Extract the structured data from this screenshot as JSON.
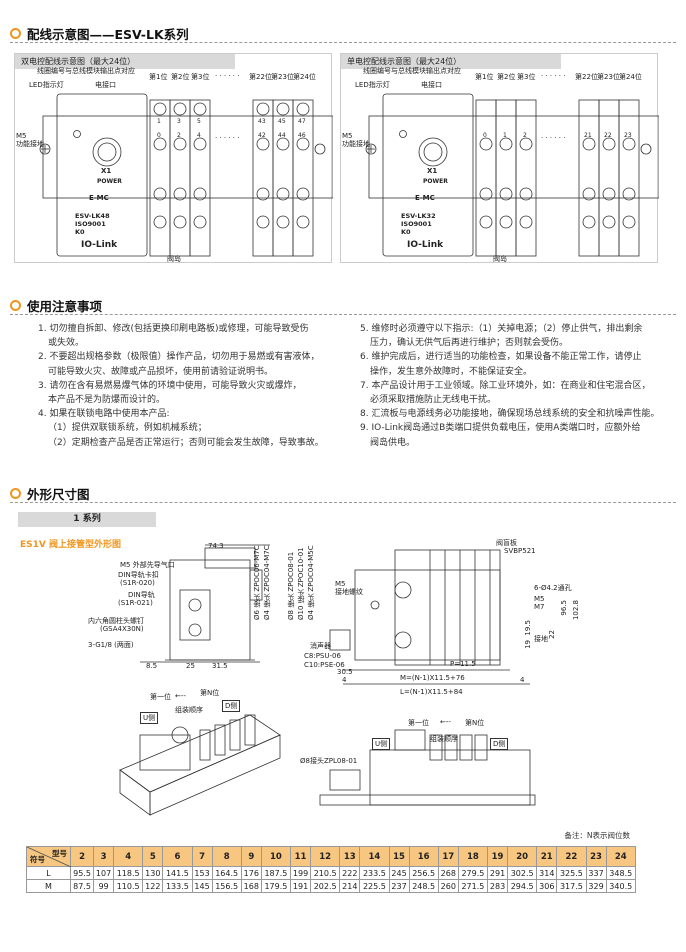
{
  "sections": {
    "wiring_title": "配线示意图——ESV-LK系列",
    "notes_title": "使用注意事项",
    "dim_title": "外形尺寸图"
  },
  "wiring": {
    "double": {
      "tag": "双电控配线示意图（最大24位）",
      "top_labels": [
        "第1位",
        "第2位",
        "第3位",
        "第22位",
        "第23位",
        "第24位"
      ],
      "top_nums": [
        "1",
        "3",
        "5",
        "43",
        "45",
        "47"
      ],
      "bot_nums": [
        "0",
        "2",
        "4",
        "42",
        "44",
        "46"
      ],
      "wire_label": "线圈编号与总线模块输出点对应",
      "led_label": "LED指示灯",
      "connector_label": "电接口",
      "m5_label": "M5\n功能接地",
      "x1": "X1",
      "power": "POWER",
      "model": "ESV-LK48",
      "cert": "ISO9001",
      "k": "K0",
      "iolink": "IO-Link",
      "island": "阀岛",
      "brand": "E-MC"
    },
    "single": {
      "tag": "单电控配线示意图（最大24位）",
      "top_labels": [
        "第1位",
        "第2位",
        "第3位",
        "第22位",
        "第23位",
        "第24位"
      ],
      "bot_nums": [
        "0",
        "1",
        "2",
        "21",
        "22",
        "23"
      ],
      "wire_label": "线圈编号与总线模块输出点对应",
      "led_label": "LED指示灯",
      "connector_label": "电接口",
      "m5_label": "M5\n功能接地",
      "x1": "X1",
      "power": "POWER",
      "model": "ESV-LK32",
      "cert": "ISO9001",
      "k": "K0",
      "iolink": "IO-Link",
      "island": "阀岛",
      "brand": "E-MC"
    },
    "dots": "· · · · · ·"
  },
  "notes_left": [
    "1. 切勿擅自拆卸、修改(包括更换印刷电路板)或修理，可能导致受伤",
    "或失效。",
    "2. 不要超出规格参数（极限值）操作产品，切勿用于易燃或有害液体，",
    "可能导致火灾、故障或产品损坏，使用前请验证说明书。",
    "3. 请勿在含有易燃易爆气体的环境中使用，可能导致火灾或爆炸，",
    "本产品不是为防爆而设计的。",
    "4. 如果在联锁电路中使用本产品:",
    "（1）提供双联锁系统，例如机械系统；",
    "（2）定期检查产品是否正常运行；否则可能会发生故障，导致事故。"
  ],
  "notes_right": [
    "5. 维修时必须遵守以下指示:（1）关掉电源；（2）停止供气，排出剩余",
    "压力，确认无供气后再进行维护；否则就会受伤。",
    "6. 维护完成后，进行适当的功能检查，如果设备不能正常工作，请停止",
    "操作，发生意外故障时，不能保证安全。",
    "7. 本产品设计用于工业领域。除工业环境外，如：在商业和住宅混合区，",
    "必须采取措施防止无线电干扰。",
    "8. 汇流板与电源线务必功能接地，确保现场总线系统的安全和抗噪声性能。",
    "9. IO-Link阀岛通过B类端口提供负载电压，使用A类端口时，应额外给",
    "阀岛供电。"
  ],
  "dims": {
    "series": "1 系列",
    "subtitle": "ES1V 阀上接管型外形图",
    "left_labels": [
      "M5 外部先导气口",
      "DIN导轨卡扣",
      "(S1R-020)",
      "DIN导轨",
      "(S1R-021)",
      "内六角圆柱头螺钉",
      "(GSA4X30N)",
      "3-G1/8 (两面)"
    ],
    "dim_743": "74.3",
    "dim_85": "8.5",
    "dim_25": "25",
    "dim_315": "31.5",
    "vertical_labels": [
      "Ø6 接头 ZPOC06-M7C",
      "Ø4 接头 ZPOC04-M7C",
      "Ø8 接头 ZPOC08-01",
      "Ø10 接头 ZPOC10-01",
      "Ø4 接头 ZPOC04-M5C"
    ],
    "right_labels": {
      "plate": "阀盲板",
      "plate_model": "SVBP521",
      "holes": "6-Ø4.2通孔",
      "m5": "M5",
      "m7": "M7",
      "m5_ground": "M5\n接地螺纹",
      "ground": "接地",
      "muffler": "消声器",
      "c8": "C8:PSU-06",
      "c10": "C10:PSE-06",
      "d305": "30.5",
      "d4a": "4",
      "d4b": "4",
      "p": "P=11.5",
      "m_formula": "M=(N-1)X11.5+76",
      "l_formula": "L=(N-1)X11.5+84",
      "d195": "19.5",
      "d19": "19",
      "d22": "22",
      "d965": "96.5",
      "d1028": "102.8"
    },
    "iso_labels": {
      "first": "第一位",
      "nth": "第N位",
      "order": "组装顺序",
      "u": "U侧",
      "d": "D侧",
      "arrow": "←--"
    },
    "side_labels": {
      "first": "第一位",
      "nth": "第N位",
      "order": "组装顺序",
      "u": "U侧",
      "d": "D侧",
      "fitting": "Ø8接头ZPL08-01",
      "arrow": "←--"
    },
    "note": "备注：N表示阀位数"
  },
  "table": {
    "corner_top": "型号",
    "corner_bottom": "符号",
    "headers": [
      "2",
      "3",
      "4",
      "5",
      "6",
      "7",
      "8",
      "9",
      "10",
      "11",
      "12",
      "13",
      "14",
      "15",
      "16",
      "17",
      "18",
      "19",
      "20",
      "21",
      "22",
      "23",
      "24"
    ],
    "rows": [
      {
        "label": "L",
        "values": [
          "95.5",
          "107",
          "118.5",
          "130",
          "141.5",
          "153",
          "164.5",
          "176",
          "187.5",
          "199",
          "210.5",
          "222",
          "233.5",
          "245",
          "256.5",
          "268",
          "279.5",
          "291",
          "302.5",
          "314",
          "325.5",
          "337",
          "348.5"
        ]
      },
      {
        "label": "M",
        "values": [
          "87.5",
          "99",
          "110.5",
          "122",
          "133.5",
          "145",
          "156.5",
          "168",
          "179.5",
          "191",
          "202.5",
          "214",
          "225.5",
          "237",
          "248.5",
          "260",
          "271.5",
          "283",
          "294.5",
          "306",
          "317.5",
          "329",
          "340.5"
        ]
      }
    ]
  }
}
